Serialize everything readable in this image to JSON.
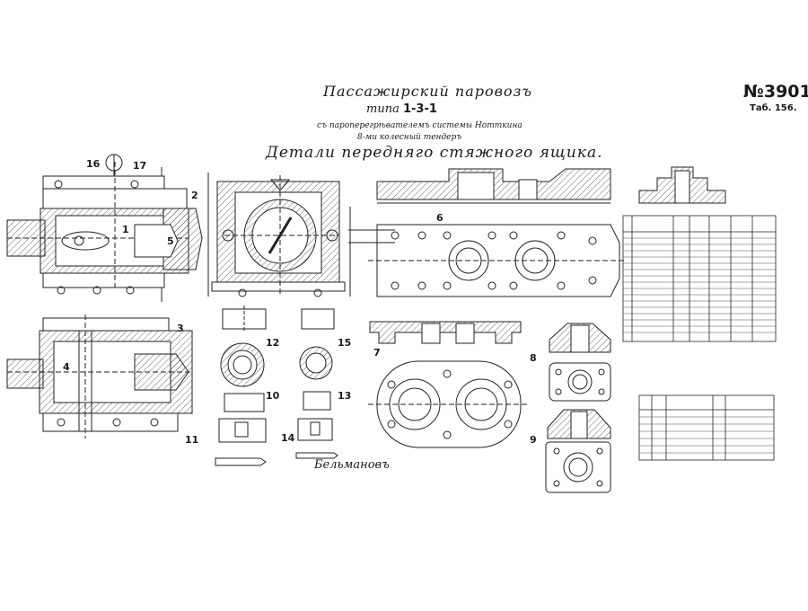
{
  "title": {
    "line1": "Пассажирский паровозъ",
    "type_prefix": "типа",
    "type_value": "1-3-1",
    "line3": "съ пароперегрѣвателемъ системы Нотткина",
    "line4": "8-ми колесный тендеръ",
    "line5": "Детали передняго стяжного ящика."
  },
  "sheet": {
    "number": "№3901",
    "table": "Таб. 156."
  },
  "signature": "Бельмановъ",
  "parts": {
    "1": "1",
    "2": "2",
    "3": "3",
    "4": "4",
    "5": "5",
    "6": "6",
    "7": "7",
    "8": "8",
    "9": "9",
    "10": "10",
    "11": "11",
    "12": "12",
    "13": "13",
    "14": "14",
    "15": "15",
    "16": "16",
    "17": "17"
  }
}
